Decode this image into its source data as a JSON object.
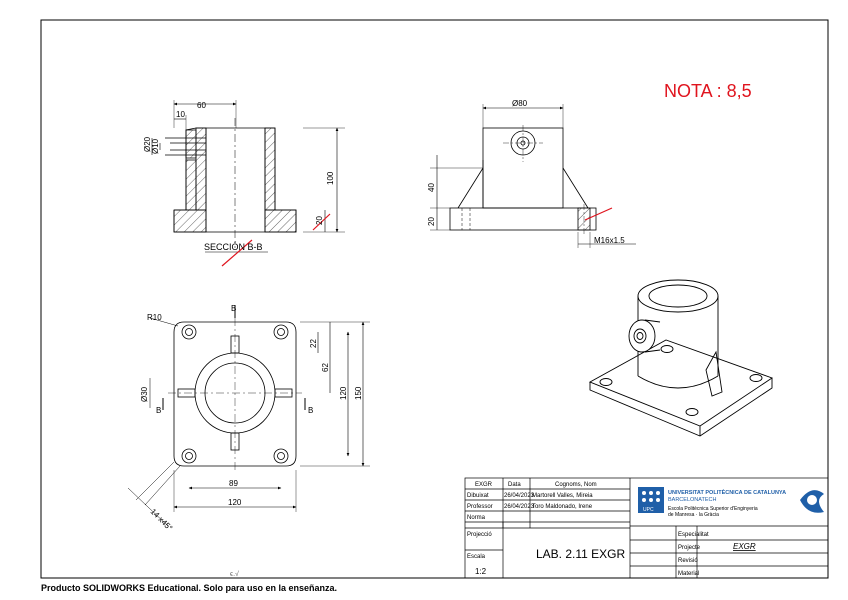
{
  "grade": "NOTA : 8,5",
  "dims": {
    "d60": "60",
    "d10": "10",
    "phi20": "Ø20",
    "phi10": "Ø10",
    "d100": "100",
    "d20a": "20",
    "section_label": "SECCIÓN B-B",
    "phi80": "Ø80",
    "d40": "40",
    "d20b": "20",
    "thread": "M16x1.5",
    "r10": "R10",
    "cut_b": "B",
    "d22": "22",
    "d62": "62",
    "d120v": "120",
    "d150": "150",
    "phi30": "Ø30",
    "d89": "89",
    "d120h": "120",
    "chamfer": "14 x45°",
    "small_mark": "ϵ.√"
  },
  "title_block": {
    "col_exgr": "EXGR",
    "col_data": "Data",
    "col_names": "Cognoms, Nom",
    "row_dibuixat": "Dibuixat",
    "dibuixat_date": "26/04/2023",
    "dibuixat_name": "Martorell Valles, Mireia",
    "row_professor": "Professor",
    "professor_date": "26/04/2023",
    "professor_name": "Toro Maldonado, Irene",
    "row_norma": "Norma",
    "row_projeccio": "Projecció",
    "row_escala": "Escala",
    "escala_value": "1:2",
    "title": "LAB. 2.11 EXGR",
    "univ_line1": "UNIVERSITAT POLITÈCNICA DE CATALUNYA",
    "univ_line2": "BARCELONATECH",
    "school_line1": "Escola Politècnica Superior d'Enginyeria",
    "school_line2": "de Manresa · la Gràcia",
    "upc": "UPC",
    "especialitat": "Especialitat",
    "projecte": "Projecte",
    "projecte_value": "EXGR",
    "revisio": "Revisió",
    "material": "Material"
  },
  "footer": "Producto SOLIDWORKS Educational. Solo para uso en la enseñanza.",
  "colors": {
    "grade": "#e0141e",
    "strike": "#e0141e",
    "line": "#000000",
    "upc_blue": "#1f5fa8"
  }
}
